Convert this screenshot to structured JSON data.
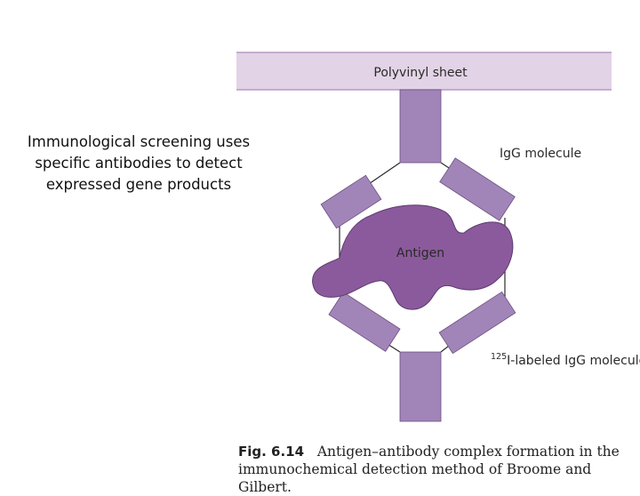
{
  "intro_lines": [
    "Immunological screening uses",
    "specific antibodies to detect",
    "expressed gene products"
  ],
  "labels": {
    "sheet": "Polyvinyl sheet",
    "igg": "IgG molecule",
    "antigen": "Antigen",
    "labeled_superscript": "125",
    "labeled_rest": "I-labeled IgG molecule"
  },
  "figure": {
    "number": "Fig. 6.14",
    "caption_line1": "Antigen–antibody complex formation in the",
    "caption_line2": "immunochemical detection method of Broome and Gilbert."
  },
  "colors": {
    "sheet_fill": "#e3d3e6",
    "sheet_border": "#b99ac3",
    "antibody": "#a285b8",
    "antigen": "#8b5a9c"
  }
}
